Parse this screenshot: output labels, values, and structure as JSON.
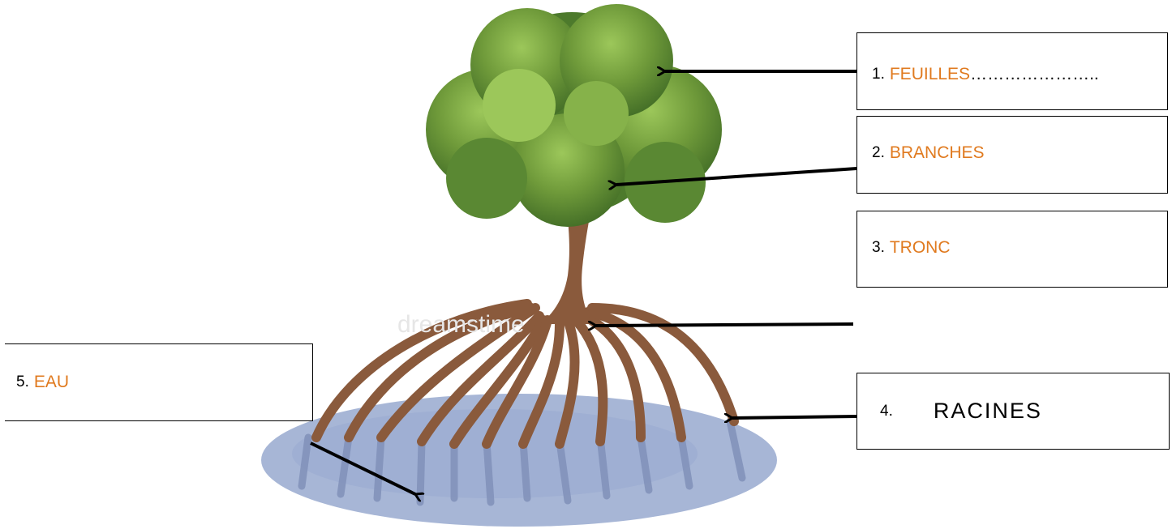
{
  "labels": [
    {
      "number": "1.",
      "word": "FEUILLES",
      "trailing": "………………….."
    },
    {
      "number": "2.",
      "word": "BRANCHES"
    },
    {
      "number": "3.",
      "word": "TRONC"
    },
    {
      "number": "4.",
      "word": "RACINES"
    },
    {
      "number": "5.",
      "word": "EAU"
    }
  ],
  "colors": {
    "answer_text": "#e07a1f",
    "foliage": "#6f9a3a",
    "trunk": "#8a5a3c",
    "water": "#a7b6d6"
  }
}
